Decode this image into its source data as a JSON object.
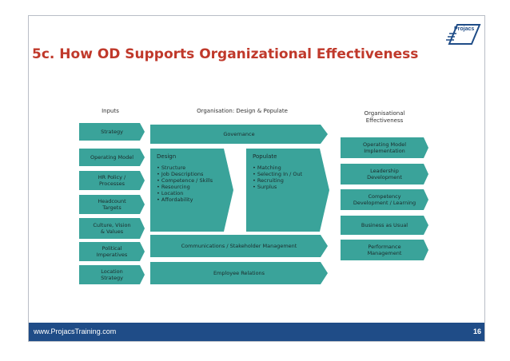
{
  "slide": {
    "title": "5c. How OD Supports Organizational Effectiveness",
    "footer_url": "www.ProjacsTraining.com",
    "page_number": "16",
    "logo_text": "Projacs",
    "colors": {
      "title": "#c0392b",
      "footer": "#1f4c87",
      "box": "#3aa39a"
    }
  },
  "diagram": {
    "headers": {
      "inputs": "Inputs",
      "organisation": "Organisation: Design & Populate",
      "effectiveness_line1": "Organisational",
      "effectiveness_line2": "Effectiveness"
    },
    "inputs": [
      [
        "Strategy"
      ],
      [
        "Operating Model"
      ],
      [
        "HR Policy /",
        "Processes"
      ],
      [
        "Headcount",
        "Targets"
      ],
      [
        "Culture, Vision",
        "& Values"
      ],
      [
        "Political",
        "Imperatives"
      ],
      [
        "Location",
        "Strategy"
      ]
    ],
    "governance": "Governance",
    "design": {
      "title": "Design",
      "items": [
        "Structure",
        "Job Descriptions",
        "Competence / Skills",
        "Resourcing",
        "Location",
        "Affordability"
      ]
    },
    "populate": {
      "title": "Populate",
      "items": [
        "Matching",
        "Selecting In / Out",
        "Recruiting",
        "Surplus"
      ]
    },
    "communications": "Communications / Stakeholder Management",
    "employee_relations": "Employee Relations",
    "outputs": [
      [
        "Operating Model",
        "Implementation"
      ],
      [
        "Leadership",
        "Development"
      ],
      [
        "Competency",
        "Development / Learning"
      ],
      [
        "Business as Usual"
      ],
      [
        "Performance",
        "Management"
      ]
    ]
  }
}
